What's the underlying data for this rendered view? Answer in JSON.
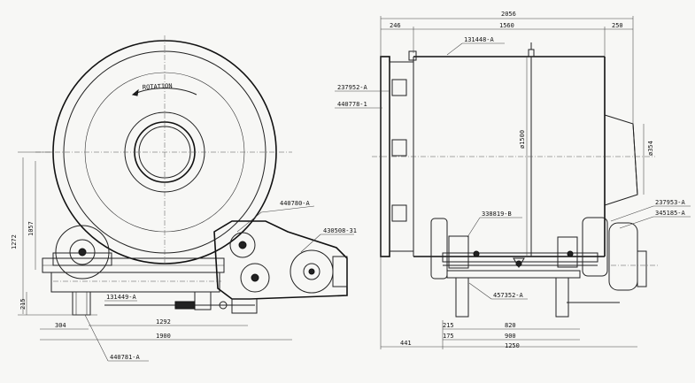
{
  "left_view": {
    "rotation_label": "ROTATION",
    "parts": {
      "p440780": "440780-A",
      "p430508": "430508-31",
      "p131449": "131449-A",
      "p440781": "440781-A"
    },
    "dims": {
      "d1272": "1272",
      "d1057": "1057",
      "d215": "215",
      "d304": "304",
      "d1292": "1292",
      "d1900": "1900"
    }
  },
  "right_view": {
    "parts": {
      "p131448": "131448-A",
      "p237952": "237952-A",
      "p440778": "440778-1",
      "p338819": "338819-B",
      "p237953": "237953-A",
      "p345185": "345185-A",
      "p457352": "457352-A"
    },
    "dims": {
      "d2056": "2056",
      "d246": "246",
      "d1560": "1560",
      "d250": "250",
      "d1500": "ø1500",
      "d354": "ø354",
      "d215": "215",
      "d820": "820",
      "d175": "175",
      "d900": "900",
      "d441": "441",
      "d1250": "1250"
    }
  }
}
